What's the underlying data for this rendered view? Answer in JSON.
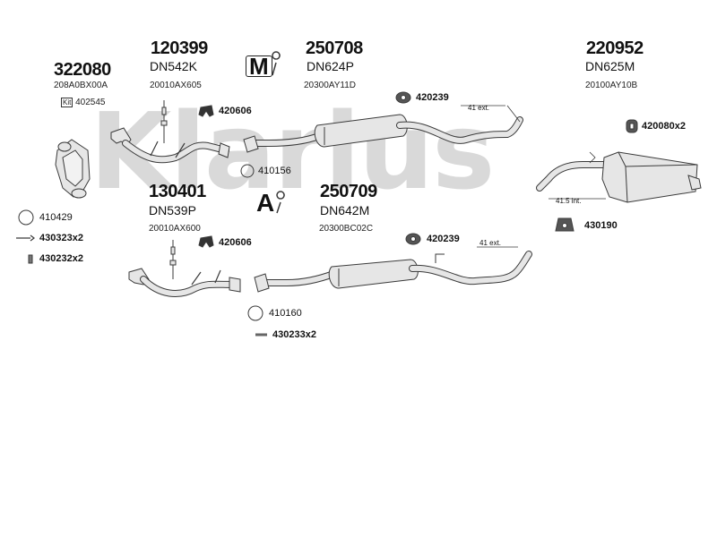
{
  "watermark": "Klarius",
  "assemblies": [
    {
      "number": "322080",
      "code": "",
      "ref": "208A0BX00A"
    },
    {
      "number": "120399",
      "code": "DN542K",
      "ref": "20010AX605"
    },
    {
      "number": "250708",
      "code": "DN624P",
      "ref": "20300AY11D"
    },
    {
      "number": "220952",
      "code": "DN625M",
      "ref": "20100AY10B"
    },
    {
      "number": "130401",
      "code": "DN539P",
      "ref": "20010AX600"
    },
    {
      "number": "250709",
      "code": "DN642M",
      "ref": "20300BC02C"
    }
  ],
  "kit": {
    "badge": "Kit",
    "number": "402545"
  },
  "parts": {
    "p420606a": "420606",
    "p420606b": "420606",
    "p410156": "410156",
    "p410429": "410429",
    "p430323": "430323x2",
    "p430232": "430232x2",
    "p420239a": "420239",
    "p420239b": "420239",
    "p420080": "420080x2",
    "p430190": "430190",
    "p410160": "410160",
    "p430233": "430233x2"
  },
  "ext": {
    "e1": "41 ext.",
    "e2": "41 ext.",
    "e3": "41.5 int."
  },
  "legend": {
    "m": "M",
    "a": "A"
  },
  "colors": {
    "pipe": "#e6e6e6",
    "stroke": "#3a3a3a",
    "text": "#111111",
    "watermark": "#d9d9d9"
  }
}
